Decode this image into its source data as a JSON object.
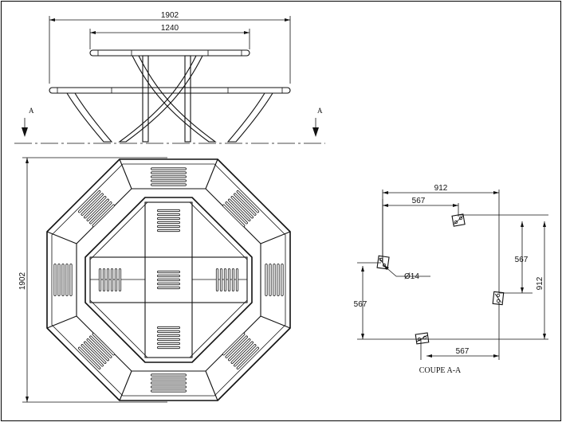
{
  "elevation": {
    "overall_width": "1902",
    "table_width": "1240",
    "section_mark_left": "A",
    "section_mark_right": "A"
  },
  "plan": {
    "overall_height": "1902"
  },
  "section": {
    "title": "COUPE A-A",
    "dim_top_outer": "912",
    "dim_top_inner": "567",
    "dim_right_inner": "567",
    "dim_right_outer": "912",
    "dim_left": "567",
    "dim_bottom": "567",
    "hole_diameter": "Ø14"
  }
}
